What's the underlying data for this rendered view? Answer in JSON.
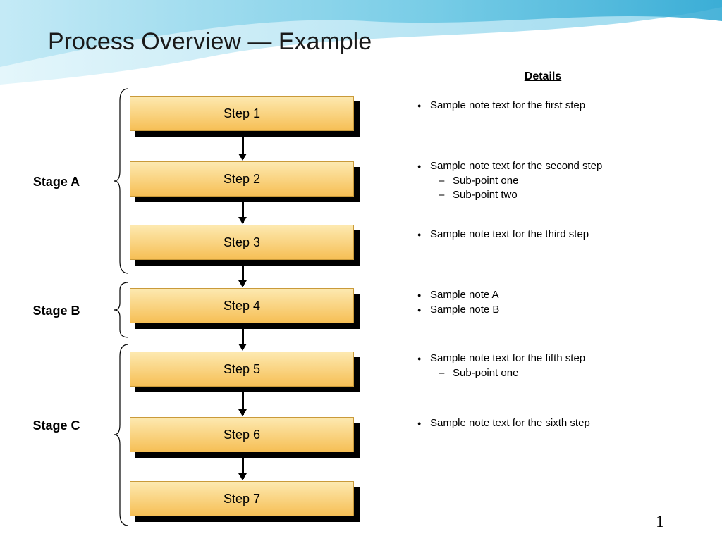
{
  "title": "Process Overview — Example",
  "column_heading": "Details",
  "stages": [
    {
      "label": "Stage A"
    },
    {
      "label": "Stage B"
    },
    {
      "label": "Stage C"
    }
  ],
  "steps": [
    {
      "label": "Step 1"
    },
    {
      "label": "Step 2"
    },
    {
      "label": "Step 3"
    },
    {
      "label": "Step 4"
    },
    {
      "label": "Step 5"
    },
    {
      "label": "Step 6"
    },
    {
      "label": "Step 7"
    }
  ],
  "notes": [
    [
      {
        "kind": "bullet",
        "text": "Sample note text for the first step"
      }
    ],
    [
      {
        "kind": "bullet",
        "text": "Sample note text for the second step"
      },
      {
        "kind": "dash",
        "text": "Sub-point one"
      },
      {
        "kind": "dash",
        "text": "Sub-point two"
      }
    ],
    [
      {
        "kind": "bullet",
        "text": "Sample note text for the third step"
      }
    ],
    [
      {
        "kind": "bullet",
        "text": "Sample note A"
      },
      {
        "kind": "bullet",
        "text": "Sample note B"
      }
    ],
    [
      {
        "kind": "bullet",
        "text": "Sample note text for the fifth step"
      },
      {
        "kind": "dash",
        "text": "Sub-point one"
      }
    ],
    [
      {
        "kind": "bullet",
        "text": "Sample note text for the sixth step"
      }
    ]
  ],
  "page_number": "1",
  "colors": {
    "box_top": "#fde9b0",
    "box_bottom": "#f6bf55",
    "swoosh": "#5ec3e0"
  }
}
